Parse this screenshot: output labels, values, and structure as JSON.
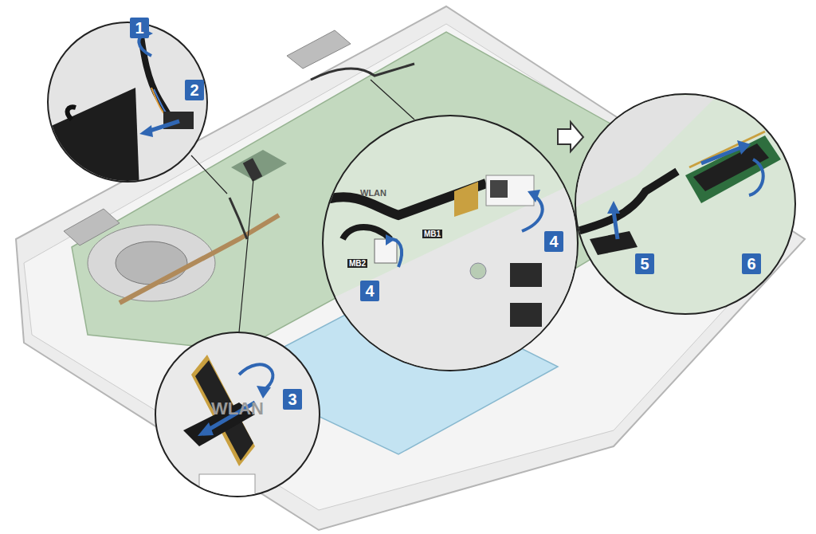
{
  "diagram": {
    "labels": [
      "1",
      "2",
      "3",
      "4",
      "4",
      "5",
      "6",
      "WLAN",
      "WLAN",
      "MB1",
      "MB2"
    ]
  }
}
